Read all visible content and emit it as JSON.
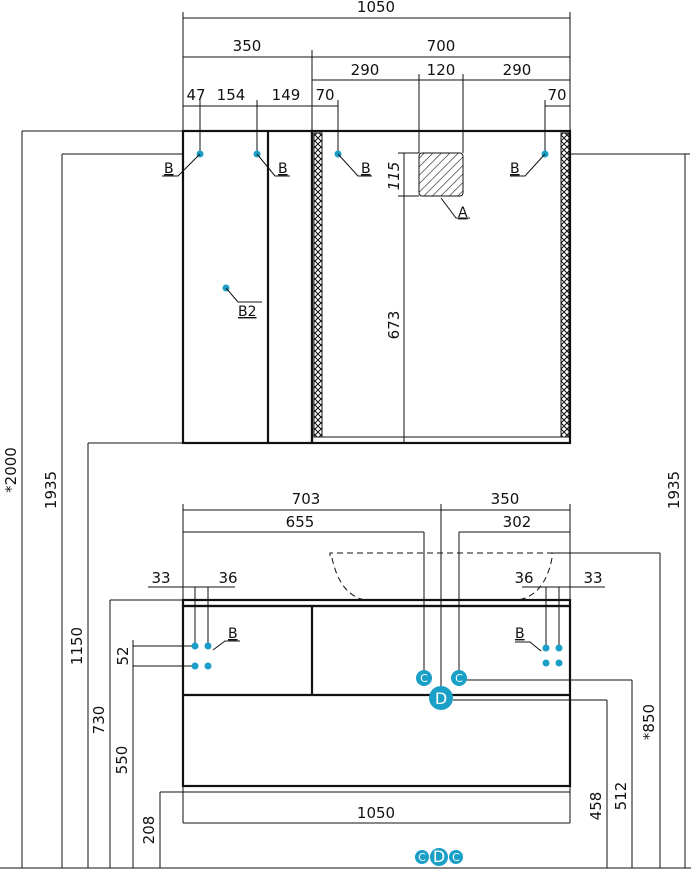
{
  "top_dims": {
    "overall": "1050",
    "left_cabinet": "350",
    "mirror": "700",
    "mirror_left": "290",
    "mirror_center": "120",
    "mirror_right": "290",
    "d47": "47",
    "d154": "154",
    "d149": "149",
    "d70_left": "70",
    "d70_right": "70",
    "d115": "115",
    "d673": "673"
  },
  "heights": {
    "h2000": "*2000",
    "h1935_left": "1935",
    "h1150": "1150",
    "h730": "730",
    "h550": "550",
    "h52": "52",
    "h208": "208",
    "h458": "458",
    "h512": "512",
    "h850": "*850",
    "h1935_right": "1935"
  },
  "bottom_dims": {
    "d703": "703",
    "d655": "655",
    "d350": "350",
    "d302": "302",
    "d33_left": "33",
    "d36_left": "36",
    "d36_right": "36",
    "d33_right": "33",
    "overall": "1050"
  },
  "labels": {
    "b": "B",
    "b2": "B2",
    "a": "A",
    "c": "C",
    "d": "D"
  },
  "colors": {
    "marker": "#1a9fc6",
    "line": "#111111"
  }
}
